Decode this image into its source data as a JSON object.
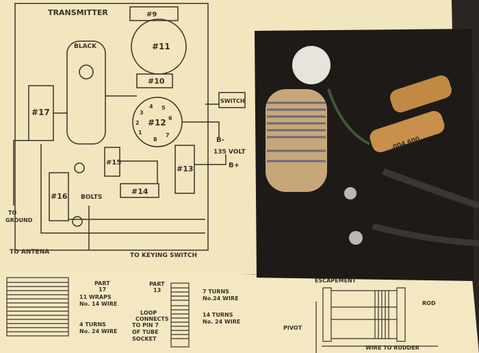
{
  "schematic": {
    "title": "TRANSMITTER",
    "parts": {
      "p9": "#9",
      "black": "BLACK",
      "p11": "#11",
      "p10": "#10",
      "switch": "SWITCH",
      "p17": "#17",
      "p12": "#12",
      "p15": "#15",
      "p13": "#13",
      "p16": "#16",
      "p14": "#14",
      "bolts": "BOLTS"
    },
    "pins": [
      "1",
      "2",
      "3",
      "4",
      "5",
      "6",
      "7",
      "8"
    ],
    "power": {
      "b_minus": "B-",
      "voltage": "135 VOLT",
      "b_plus": "B+"
    },
    "labels": {
      "to_ground_1": "TO",
      "to_ground_2": "GROUND",
      "to_antenna": "TO ANTENA",
      "to_keying": "TO KEYING SWITCH"
    }
  },
  "coils": {
    "part17_a": "PART",
    "part17_b": "17",
    "wraps_a": "11 WRAPS",
    "wraps_b": "No. 14 WIRE",
    "turns4_a": "4 TURNS",
    "turns4_b": "No. 24 WIRE",
    "part13_a": "PART",
    "part13_b": "13",
    "turns7_a": "7 TURNS",
    "turns7_b": "No.24 WIRE",
    "loop_a": "LOOP",
    "loop_b": "CONNECTS",
    "loop_c": "TO PIN 7",
    "loop_d": "OF TUBE",
    "loop_e": "SOCKET",
    "turns14_a": "14 TURNS",
    "turns14_b": "No. 24 WIRE"
  },
  "escapement": {
    "title": "ESCAPEMENT",
    "rod": "ROD",
    "pivot": "PIVOT",
    "wire": "WIRE TO RUDDER"
  },
  "board": {
    "capacitor_label": ".004 600"
  },
  "colors": {
    "paper": "#f3e9c0",
    "ink": "#3a3028",
    "board": "#1e1a18"
  }
}
